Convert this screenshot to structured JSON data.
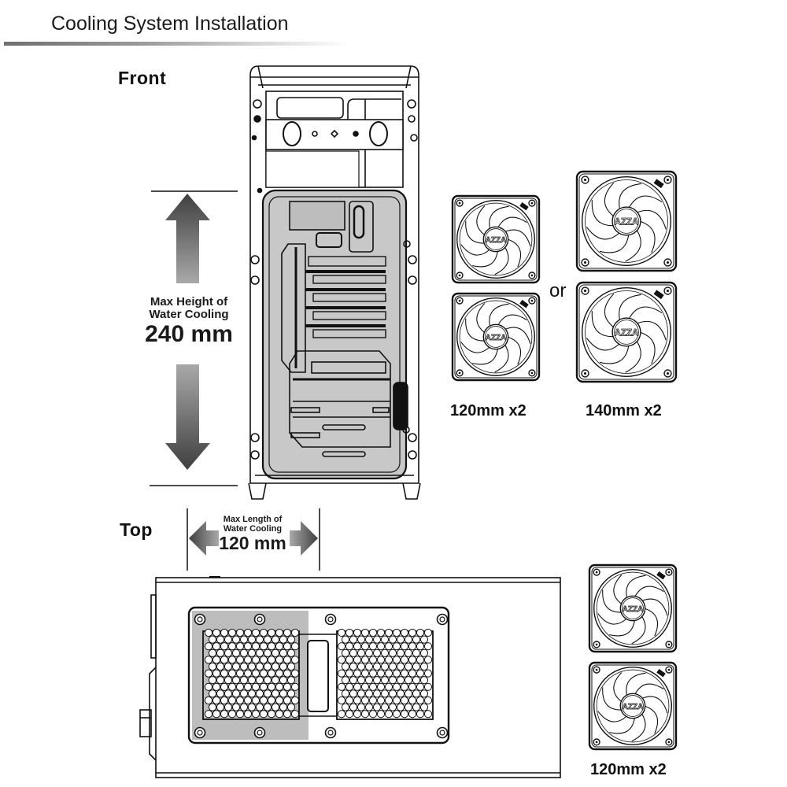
{
  "page": {
    "title": "Cooling System Installation"
  },
  "front": {
    "label": "Front",
    "dimension": {
      "line1": "Max Height of",
      "line2": "Water Cooling",
      "value": "240 mm"
    },
    "fan_options": [
      {
        "caption": "120mm x2",
        "count": 2,
        "size_mm": 120
      },
      {
        "caption": "140mm x2",
        "count": 2,
        "size_mm": 140
      }
    ],
    "separator": "or"
  },
  "top": {
    "label": "Top",
    "dimension": {
      "line1": "Max Length of",
      "line2": "Water Cooling",
      "value": "120 mm"
    },
    "fan_options": [
      {
        "caption": "120mm x2",
        "count": 2,
        "size_mm": 120
      }
    ]
  },
  "fan_brand": "AZZA",
  "colors": {
    "arrow_dark": "#4a4a4a",
    "arrow_light": "#a8a8a8",
    "panel_gray": "#c8c8c8",
    "line": "#111111"
  }
}
